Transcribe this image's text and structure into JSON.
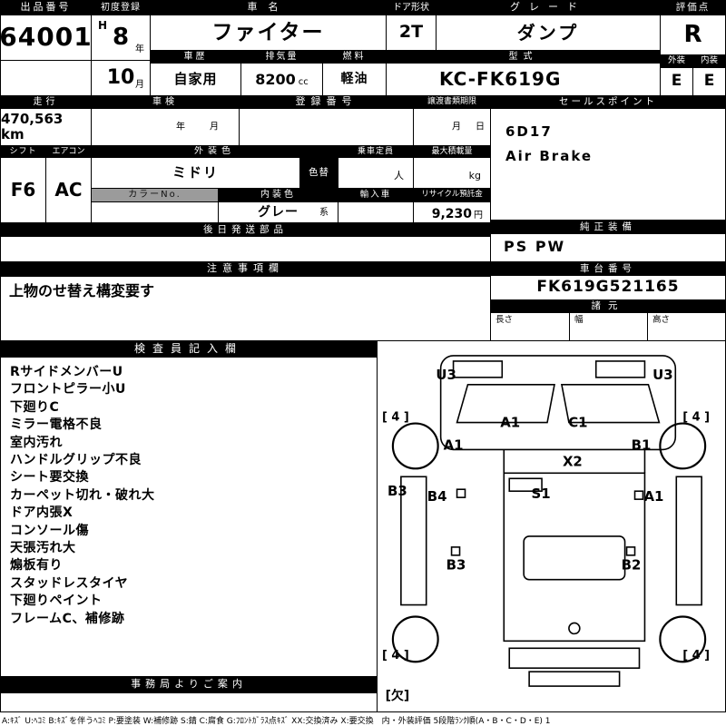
{
  "colors": {
    "line": "#000000",
    "header_bg": "#000000",
    "header_fg": "#ffffff",
    "gray_header_bg": "#9b9b9b",
    "paper": "#ffffff"
  },
  "top": {
    "auction_no_label": "出品番号",
    "auction_no": "64001",
    "first_reg_label": "初度登録",
    "era": "H",
    "year": "8",
    "year_unit": "年",
    "month": "10",
    "month_unit": "月",
    "car_name_label": "車名",
    "car_name": "ファイター",
    "door_label": "ドア形状",
    "door": "2T",
    "grade_label": "グレード",
    "grade": "ダンプ",
    "score_label": "評価点",
    "score": "R",
    "exterior_label": "外装",
    "exterior_score": "E",
    "interior_label": "内装",
    "interior_score": "E",
    "history_label": "車歴",
    "history": "自家用",
    "displacement_label": "排気量",
    "displacement": "8200",
    "displacement_unit": "cc",
    "fuel_label": "燃料",
    "fuel": "軽油",
    "model_label": "型式",
    "model": "KC-FK619G"
  },
  "reg": {
    "mileage_label": "走行",
    "mileage": "470,563 km",
    "inspection_label": "車検",
    "inspection_year_unit": "年",
    "inspection_month_unit": "月",
    "reg_no_label": "登録番号",
    "transfer_label": "譲渡書類期限",
    "transfer_month_unit": "月",
    "transfer_day_unit": "日"
  },
  "sales": {
    "label": "セールスポイント",
    "lines": [
      "6D17",
      "Air Brake"
    ]
  },
  "equipment": {
    "shift_label": "シフト",
    "shift": "F6",
    "aircon_label": "エアコン",
    "aircon": "AC",
    "ext_color_label": "外装色",
    "ext_color": "ミドリ",
    "color_change_label": "色替",
    "capacity_label": "乗車定員",
    "capacity_unit": "人",
    "max_load_label": "最大積載量",
    "max_load_unit": "kg",
    "color_no_label": "カラーNo.",
    "int_color_label": "内装色",
    "int_color": "グレー",
    "int_color_unit": "系",
    "import_label": "輸入車",
    "recycle_label": "リサイクル預託金",
    "recycle_fee": "9,230",
    "recycle_unit": "円",
    "later_parts_label": "後日発送部品"
  },
  "notes": {
    "label": "注意事項欄",
    "text": "上物のせ替え構変要す"
  },
  "right_panel": {
    "genuine_label": "純正装備",
    "genuine_equipment": "PS PW",
    "chassis_label": "車台番号",
    "chassis_no": "FK619G521165",
    "spec_label": "諸元",
    "length_label": "長さ",
    "width_label": "幅",
    "height_label": "高さ"
  },
  "inspector": {
    "label": "検査員記入欄",
    "lines": [
      "RサイドメンバーU",
      "フロントピラー小U",
      "下廻りC",
      "ミラー電格不良",
      "室内汚れ",
      "ハンドルグリップ不良",
      "シート要交換",
      "カーペット切れ・破れ大",
      "ドア内張X",
      "コンソール傷",
      "天張汚れ大",
      "煽板有り",
      "スタッドレスタイヤ",
      "下廻りペイント",
      "フレームC、補修跡"
    ]
  },
  "office": {
    "label": "事務局よりご案内"
  },
  "diagram": {
    "u3_left": "U3",
    "u3_right": "U3",
    "corner_tl": "[ 4 ]",
    "corner_tr": "[ 4 ]",
    "corner_bl": "[ 4 ]",
    "corner_br": "[ 4 ]",
    "cab_left": "A1",
    "cab_right": "C1",
    "front_left": "A1",
    "front_right": "B1",
    "x2": "X2",
    "panel_left_top": "B3",
    "b4": "B4",
    "s1": "S1",
    "side_right": "A1",
    "panel_left_bottom": "B3",
    "panel_right_bottom": "B2",
    "missing": "[欠]"
  },
  "footer": "A:ｷｽﾞ U:ﾍｺﾐ B:ｷｽﾞを伴うﾍｺﾐ P:要塗装 W:補修跡 S:錆 C:腐食 G:ﾌﾛﾝﾄｶﾞﾗｽ点ｷｽﾞ XX:交換済み X:要交換　内・外装評価 5段階ﾗﾝｸ順(A・B・C・D・E) 1"
}
